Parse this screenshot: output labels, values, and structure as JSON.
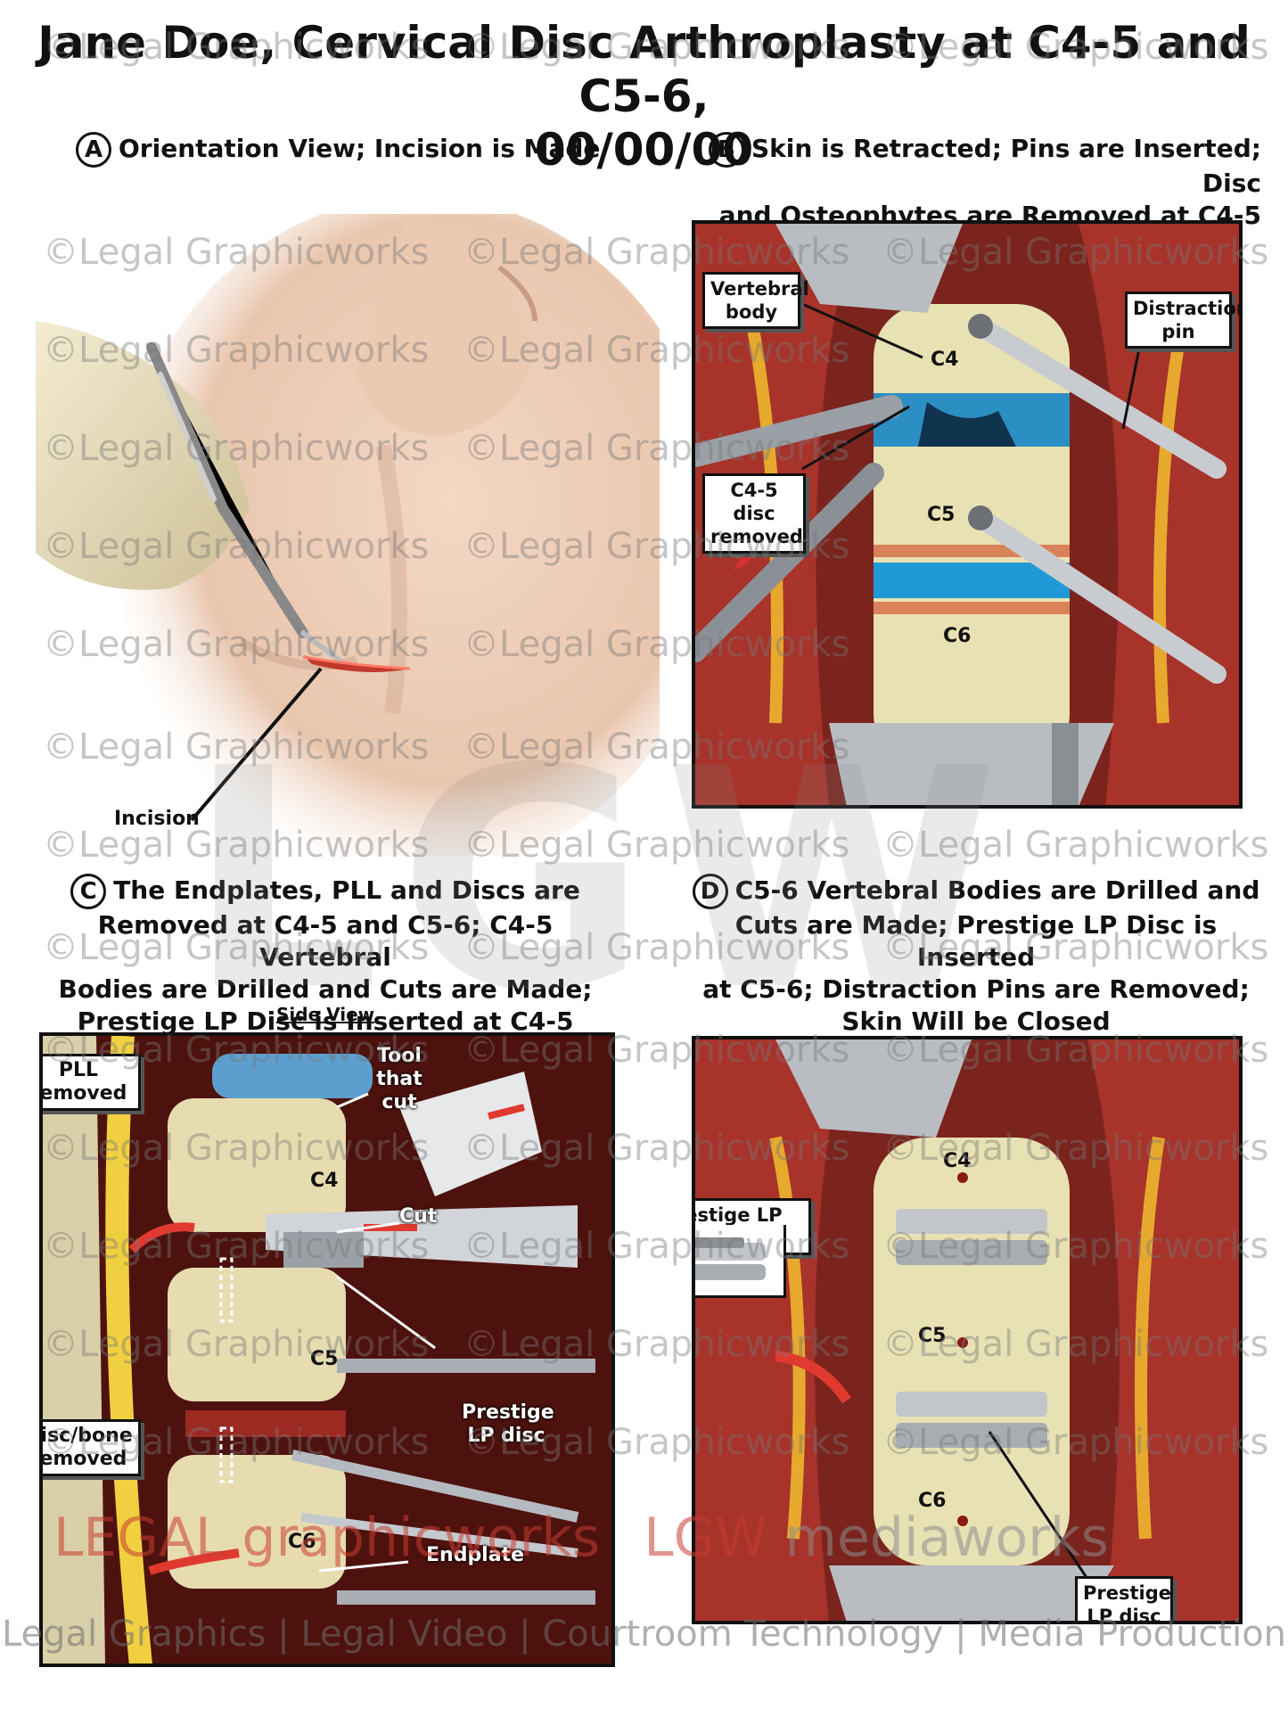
{
  "title": {
    "line1": "Jane Doe, Cervical Disc Arthroplasty at C4-5 and C5-6,",
    "line2": "00/00/00"
  },
  "watermark": "©Legal Graphicworks",
  "panels": {
    "a": {
      "badge": "A",
      "heading": "Orientation View; Incision is Made",
      "labels": {
        "incision": "Incision"
      }
    },
    "b": {
      "badge": "B",
      "heading_line1": "Skin is Retracted; Pins are Inserted; Disc",
      "heading_line2": "and Osteophytes are Removed at C4-5",
      "callouts": {
        "vertebral_body": "Vertebral body",
        "distraction_pin": "Distraction pin",
        "disc_removed": "C4-5 disc removed"
      },
      "levels": [
        "C4",
        "C5",
        "C6"
      ]
    },
    "c": {
      "badge": "C",
      "heading_line1": "The Endplates, PLL and Discs are",
      "heading_line2": "Removed at C4-5 and C5-6; C4-5 Vertebral",
      "heading_line3": "Bodies are Drilled and Cuts are Made;",
      "heading_line4": "Prestige LP Disc is Inserted at C4-5",
      "subheading": "Side View",
      "callouts": {
        "pll_removed": "PLL removed",
        "disc_bone_removed": "Disc/bone removed"
      },
      "labels": {
        "tool": "Tool that cut",
        "cut": "Cut",
        "prestige": "Prestige LP disc",
        "endplate": "Endplate",
        "c4": "C4",
        "c5": "C5",
        "c6": "C6"
      }
    },
    "d": {
      "badge": "D",
      "heading_line1": "C5-6 Vertebral Bodies are Drilled and",
      "heading_line2": "Cuts are Made; Prestige LP Disc is Inserted",
      "heading_line3": "at C5-6; Distraction Pins are Removed;",
      "heading_line4": "Skin Will be Closed",
      "callouts": {
        "prestige_disc": "Prestige LP Disc",
        "prestige_disc2": "Prestige LP disc"
      },
      "levels": [
        "C4",
        "C5",
        "C6"
      ]
    }
  },
  "big_logo": "LGW",
  "bottom_brand": "LEGAL graphicworks",
  "bottom_brand2": "LGW",
  "bottom_brand3": "mediaworks",
  "footer": "Legal Graphics | Legal Video | Courtroom Technology | Media Production"
}
